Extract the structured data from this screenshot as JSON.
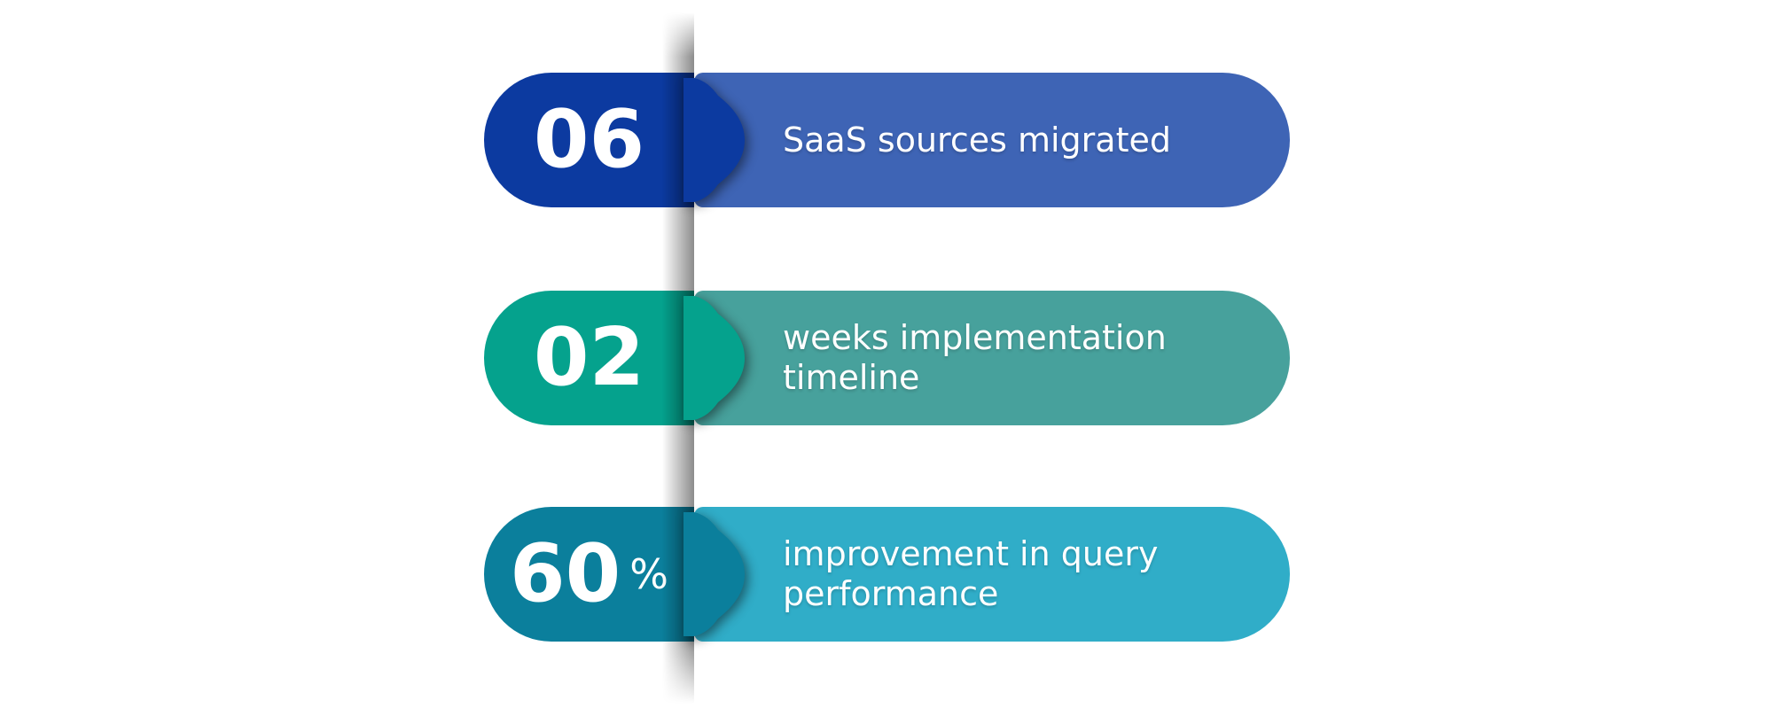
{
  "page": {
    "background": "#ffffff",
    "divider_shadow_color": "rgba(0,0,0,0.45)"
  },
  "cards": [
    {
      "number": "06",
      "unit": "",
      "label": "SaaS sources migrated",
      "colors": {
        "dark": "#0C3AA0",
        "light": "#3E64B5"
      }
    },
    {
      "number": "02",
      "unit": "",
      "label": "weeks implementation\ntimeline",
      "colors": {
        "dark": "#05A28D",
        "light": "#47A19C"
      }
    },
    {
      "number": "60",
      "unit": "%",
      "label": "improvement in query\nperformance",
      "colors": {
        "dark": "#0B7F9C",
        "light": "#30ADC8"
      }
    }
  ]
}
